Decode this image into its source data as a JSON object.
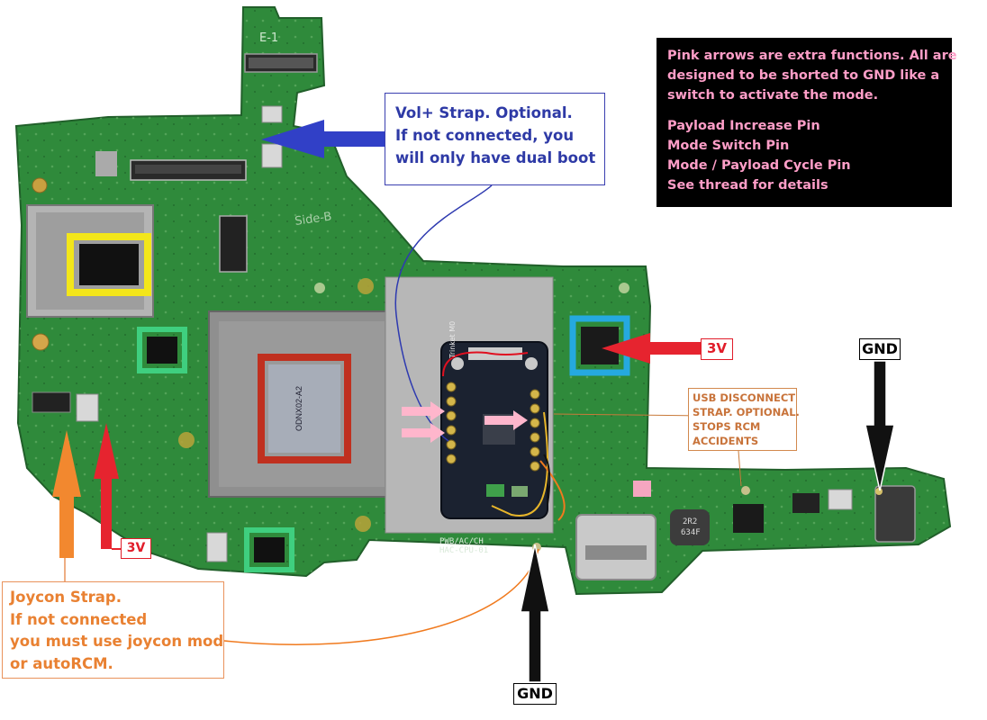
{
  "legend": {
    "intro_lines": [
      "Pink arrows are extra functions. All are",
      "designed to be shorted to GND like a",
      "switch to activate the mode."
    ],
    "pin_lines": [
      "Payload Increase Pin",
      "Mode Switch Pin",
      "Mode / Payload Cycle Pin",
      "See thread for details"
    ]
  },
  "vol_strap_note": {
    "lines": [
      "Vol+ Strap. Optional.",
      "If not connected, you",
      "will only have dual boot"
    ]
  },
  "usb_note": {
    "lines": [
      "USB DISCONNECT",
      "STRAP. OPTIONAL.",
      "STOPS RCM",
      "ACCIDENTS"
    ]
  },
  "joycon_note": {
    "lines": [
      "Joycon Strap.",
      "If not connected",
      "you must use joycon mod",
      "or autoRCM."
    ]
  },
  "labels": {
    "gnd_right": "GND",
    "gnd_bottom": "GND",
    "v3_right": "3V",
    "v3_left": "3V"
  },
  "board_print": {
    "edge_label": "E-1",
    "side_label": "Side-B",
    "chip_marking": "ODNX02-A2",
    "trinket_label": "Trinket M0",
    "cap_marking_1": "2R2",
    "cap_marking_2": "634F",
    "pcb_text_1": "PWB/AC/CH",
    "pcb_text_2": "HAC-CPU-01"
  },
  "colors": {
    "pcb": "#2f8a3b",
    "pcb_dark": "#1f6b2c",
    "pink_arrow": "#ffb6cc",
    "blue_arrow": "#3140c7",
    "red_arrow": "#e6242f",
    "orange_arrow": "#f2882f",
    "highlight_yellow": "#f3e61a",
    "highlight_green": "#3fcf7f",
    "highlight_blue": "#25a9e0",
    "highlight_red": "#c0301f"
  }
}
